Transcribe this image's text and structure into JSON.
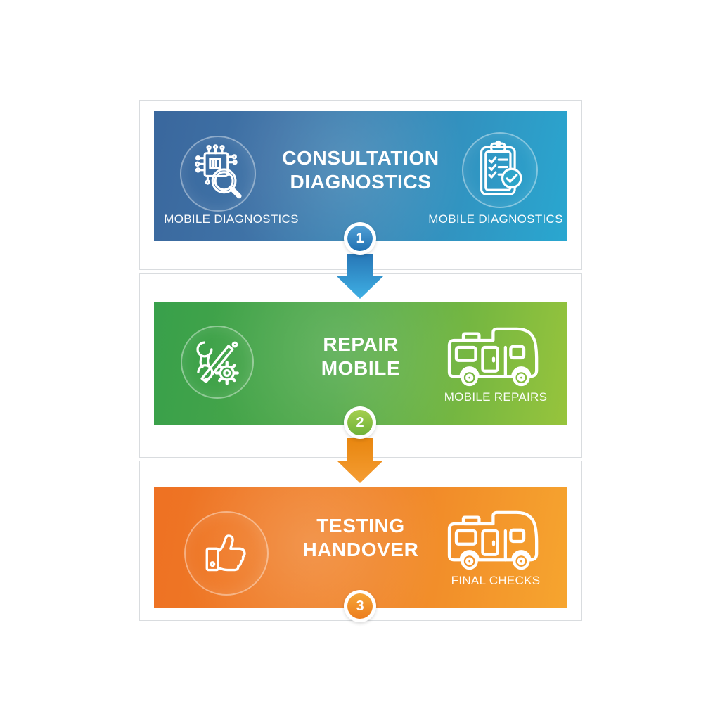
{
  "palette": {
    "blue_start": "#3a679d",
    "blue_end": "#29a7d0",
    "green_start": "#38a04b",
    "green_end": "#97c43c",
    "orange_start": "#ee7123",
    "orange_end": "#f6a52f",
    "frame_border": "#d9dcdf",
    "text": "#ffffff"
  },
  "steps": [
    {
      "number": "1",
      "title_line1": "CONSULTATION",
      "title_line2": "DIAGNOSTICS",
      "left_caption": "MOBILE DIAGNOSTICS",
      "right_caption": "MOBILE DIAGNOSTICS",
      "left_icon": "circuit-diagnostics-icon",
      "right_icon": "clipboard-checklist-icon"
    },
    {
      "number": "2",
      "title_line1": "REPAIR",
      "title_line2": "MOBILE",
      "right_caption": "MOBILE REPAIRS",
      "left_icon": "wrench-gear-icon",
      "right_icon": "motorhome-icon"
    },
    {
      "number": "3",
      "title_line1": "TESTING",
      "title_line2": "HANDOVER",
      "right_caption": "FINAL CHECKS",
      "left_icon": "thumbs-up-icon",
      "right_icon": "motorhome-icon"
    }
  ]
}
